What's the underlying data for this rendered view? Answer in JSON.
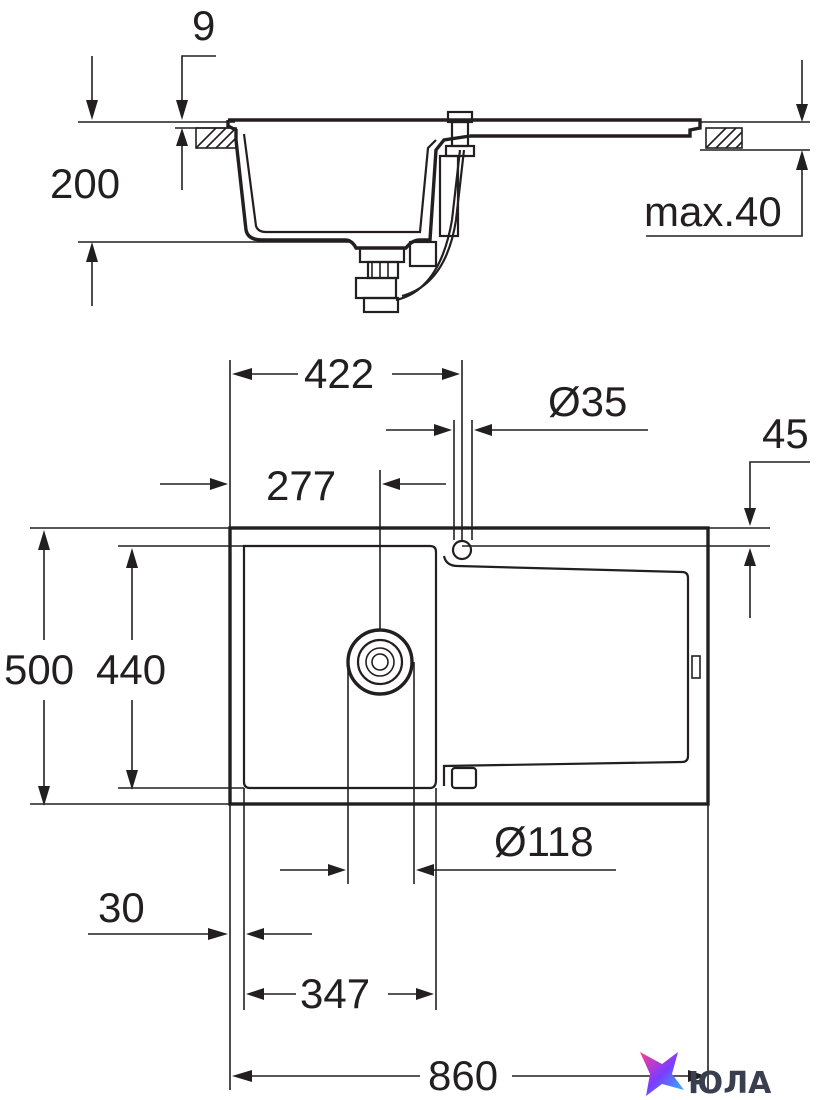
{
  "dimensions": {
    "rim_thickness": "9",
    "bowl_depth": "200",
    "max_counter": "max.40",
    "tap_offset": "422",
    "tap_hole": "Ø35",
    "tap_edge": "45",
    "drain_offset": "277",
    "total_depth": "500",
    "bowl_depth_inner": "440",
    "drain_diameter": "Ø118",
    "rim_left": "30",
    "bowl_width": "347",
    "total_width": "860"
  },
  "brand": {
    "name": "ЮЛА",
    "colors": [
      "#ff3c8e",
      "#7b3cff",
      "#20c8ff"
    ]
  }
}
